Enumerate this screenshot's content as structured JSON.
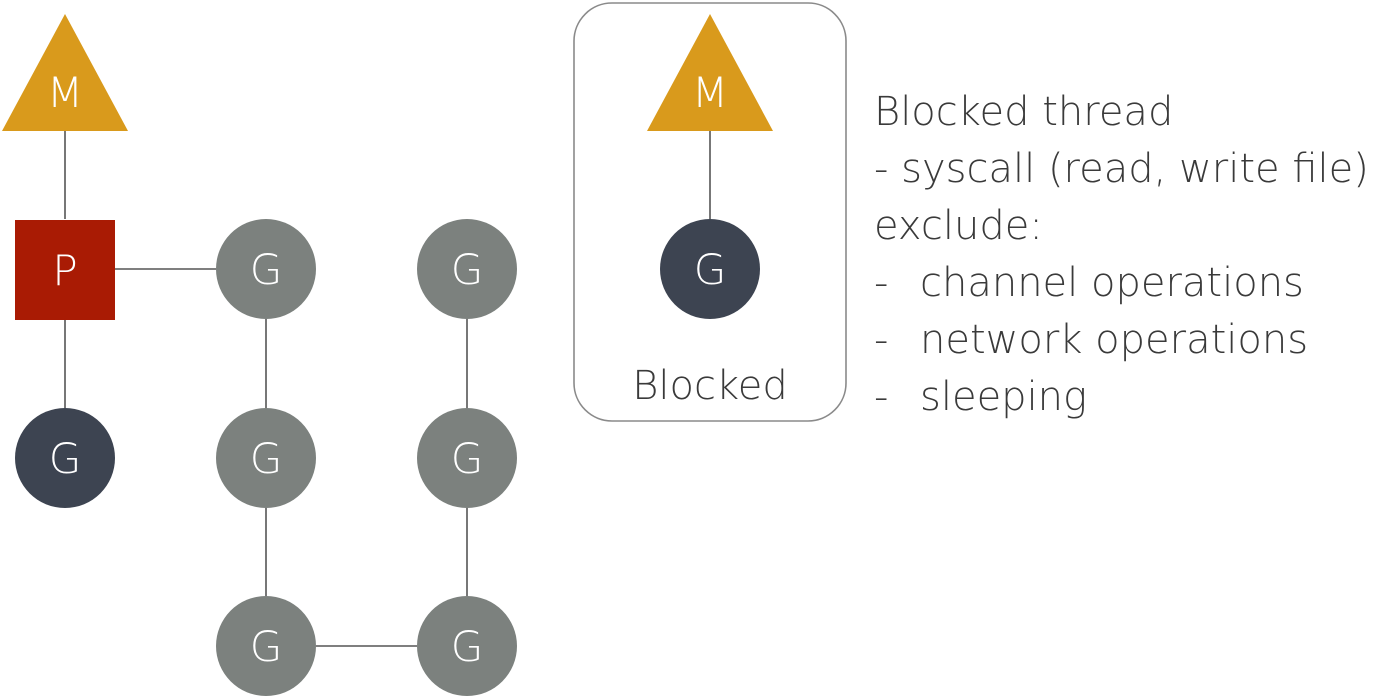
{
  "colors": {
    "machine": "#d99a1c",
    "processor": "#a91b04",
    "goroutine_running": "#3d4451",
    "goroutine_queued": "#7c817e",
    "edge": "#555555",
    "box_border": "#8a8a8a",
    "text": "#3a3a3a"
  },
  "labels": {
    "machine": "M",
    "processor": "P",
    "goroutine": "G"
  },
  "blocked_box": {
    "caption": "Blocked"
  },
  "notes": {
    "title": "Blocked thread",
    "syscall_line": "- syscall (read, write file)",
    "exclude_label": "exclude:",
    "dash": "-",
    "excluded_items": [
      "channel operations",
      "network operations",
      "sleeping"
    ]
  }
}
